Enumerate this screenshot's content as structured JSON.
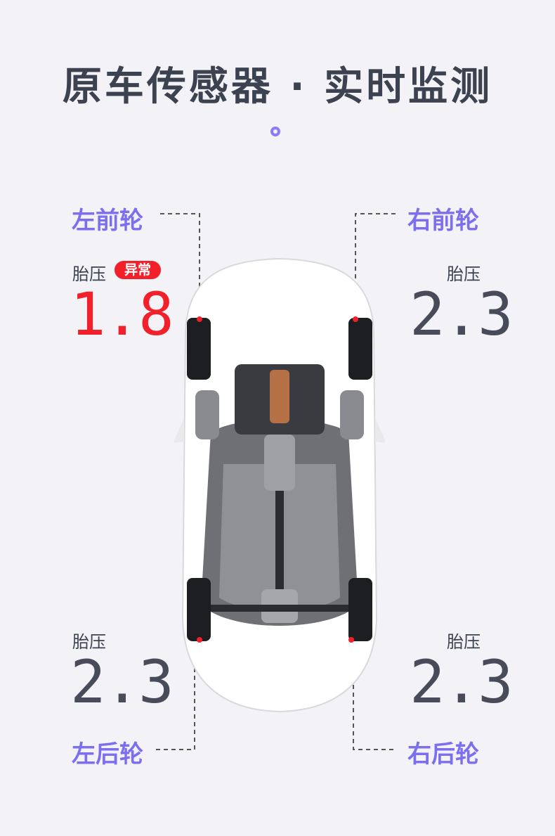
{
  "title": "原车传感器 · 实时监测",
  "wheels": {
    "front_left": {
      "label": "左前轮",
      "caption": "胎压",
      "value": "1.8",
      "badge": "异常",
      "status": "abnormal"
    },
    "front_right": {
      "label": "右前轮",
      "caption": "胎压",
      "value": "2.3",
      "status": "normal"
    },
    "rear_left": {
      "label": "左后轮",
      "caption": "胎压",
      "value": "2.3",
      "status": "normal"
    },
    "rear_right": {
      "label": "右后轮",
      "caption": "胎压",
      "value": "2.3",
      "status": "normal"
    }
  },
  "colors": {
    "accent": "#7b6ff0",
    "alert": "#f2202a",
    "text": "#3d4250",
    "background": "#f3f2f6"
  }
}
